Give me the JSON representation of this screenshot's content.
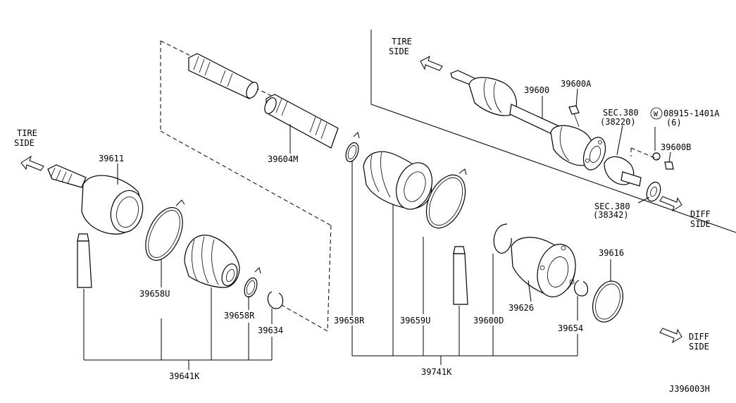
{
  "diagram_id": "J396003H",
  "directions": {
    "tire_side_left": [
      "TIRE",
      "SIDE"
    ],
    "tire_side_right": [
      "TIRE",
      "SIDE"
    ],
    "diff_side_upper": [
      "DIFF",
      "SIDE"
    ],
    "diff_side_lower": [
      "DIFF",
      "SIDE"
    ]
  },
  "callouts": {
    "p39611": "39611",
    "p39604M": "39604M",
    "p39658U": "39658U",
    "p39658R_left": "39658R",
    "p39634": "39634",
    "p39641K": "39641K",
    "p39658R_right": "39658R",
    "p39659U": "39659U",
    "p39600D": "39600D",
    "p39626": "39626",
    "p39654": "39654",
    "p39616": "39616",
    "p39741K": "39741K",
    "p39600": "39600",
    "p39600A": "39600A",
    "p39600B": "39600B",
    "sec380_a": "SEC.380",
    "sec380_a_ref": "(38220)",
    "sec380_b": "SEC.380",
    "sec380_b_ref": "(38342)",
    "bolt_code": "08915-1401A",
    "bolt_qty": "(6)",
    "washer_symbol": "W"
  }
}
